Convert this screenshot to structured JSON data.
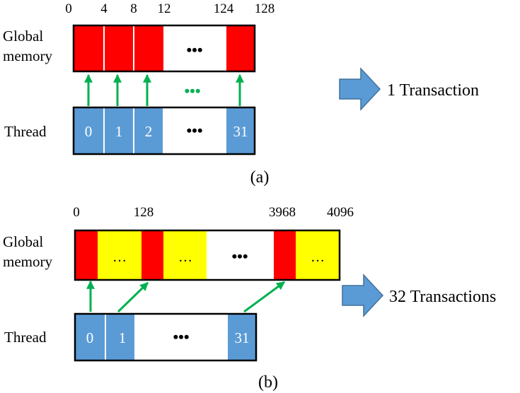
{
  "colors": {
    "red": "#ff0000",
    "yellow": "#ffff00",
    "blue": "#5b9bd5",
    "green": "#00b050",
    "arrow_fill": "#5b9bd5",
    "arrow_stroke": "#41719c"
  },
  "panel_a": {
    "offsets": [
      "0",
      "4",
      "8",
      "12",
      "124",
      "128"
    ],
    "global_label": [
      "Global",
      "memory"
    ],
    "thread_label": "Thread",
    "ellipsis": "•••",
    "threads": [
      "0",
      "1",
      "2",
      "31"
    ],
    "result": "1 Transaction",
    "caption": "(a)"
  },
  "panel_b": {
    "offsets": [
      "0",
      "128",
      "3968",
      "4096"
    ],
    "global_label": [
      "Global",
      "memory"
    ],
    "thread_label": "Thread",
    "ellipsis": "•••",
    "yellow_dots": "…",
    "threads": [
      "0",
      "1",
      "31"
    ],
    "result": "32 Transactions",
    "caption": "(b)"
  }
}
